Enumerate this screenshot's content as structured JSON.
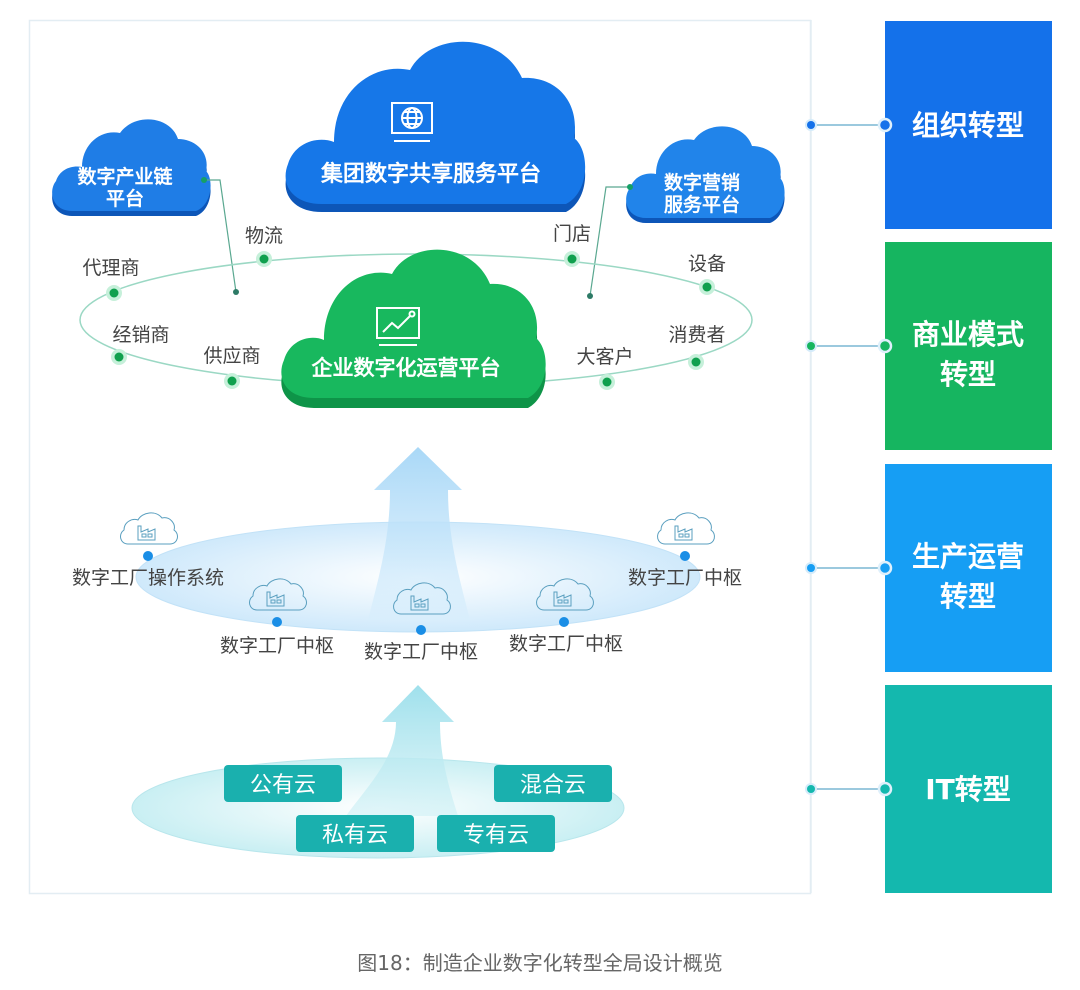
{
  "figure": {
    "caption": "图18：制造企业数字化转型全局设计概览"
  },
  "colors": {
    "blue_primary": "#1677e8",
    "blue_dark": "#0f5fc7",
    "green_primary": "#17b85e",
    "green_dark": "#0f9a4c",
    "sky_blue": "#16a0f5",
    "teal": "#14b5ae",
    "pill_teal": "#1ab0ae",
    "factory_dot": "#1a8ee6",
    "ring_dot": "#10a04e",
    "label_gray": "#444444"
  },
  "top_layer": {
    "main_cloud": {
      "label": "集团数字共享服务平台",
      "icon": "globe-monitor-icon"
    },
    "left_cloud": {
      "line1": "数字产业链",
      "line2": "平台"
    },
    "right_cloud": {
      "line1": "数字营销",
      "line2": "服务平台"
    }
  },
  "ring_layer": {
    "center_cloud": {
      "label": "企业数字化运营平台",
      "icon": "chart-monitor-icon"
    },
    "nodes": [
      "物流",
      "门店",
      "代理商",
      "设备",
      "经销商",
      "消费者",
      "供应商",
      "大客户"
    ]
  },
  "factory_layer": {
    "nodes": [
      {
        "label": "数字工厂操作系统",
        "icon": "factory-cloud-icon"
      },
      {
        "label": "数字工厂中枢",
        "icon": "factory-cloud-icon"
      },
      {
        "label": "数字工厂中枢",
        "icon": "factory-cloud-icon"
      },
      {
        "label": "数字工厂中枢",
        "icon": "factory-cloud-icon"
      },
      {
        "label": "数字工厂中枢",
        "icon": "factory-cloud-icon"
      }
    ]
  },
  "cloud_layer": {
    "pills": [
      "公有云",
      "混合云",
      "私有云",
      "专有云"
    ]
  },
  "transformations": [
    {
      "line1": "组织转型",
      "line2": "",
      "color": "#1471ea"
    },
    {
      "line1": "商业模式",
      "line2": "转型",
      "color": "#16b560"
    },
    {
      "line1": "生产运营",
      "line2": "转型",
      "color": "#169ef4"
    },
    {
      "line1": "IT转型",
      "line2": "",
      "color": "#14b8ae"
    }
  ]
}
